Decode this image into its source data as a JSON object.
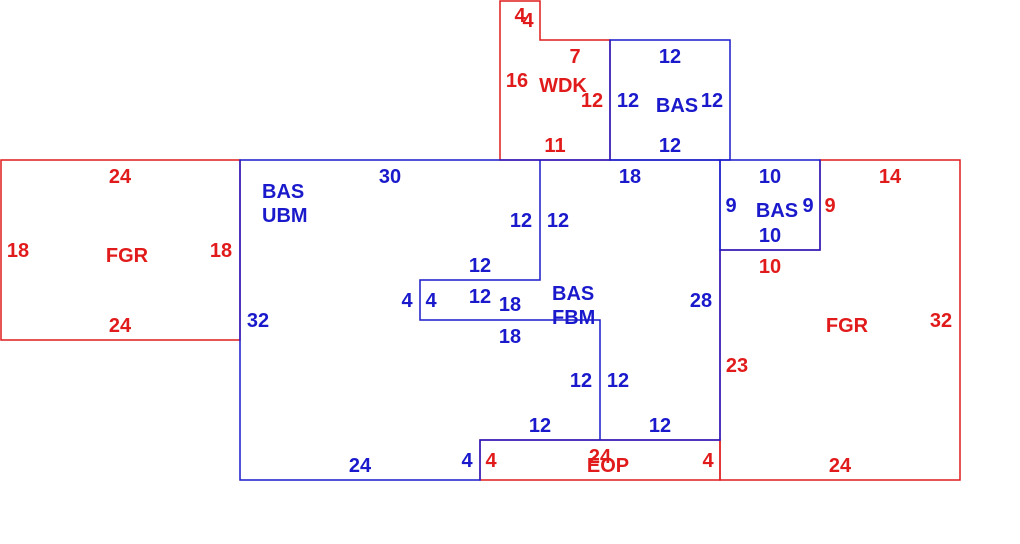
{
  "colors": {
    "red": "#e11b1b",
    "blue": "#1a1acc",
    "background": "#ffffff"
  },
  "areas": {
    "fgr_left": "FGR",
    "fgr_right": "FGR",
    "wdk": "WDK",
    "bas_top": "BAS",
    "bas_right": "BAS",
    "bas_ubm": "BAS",
    "ubm": "UBM",
    "bas_fbm": "BAS",
    "fbm": "FBM",
    "eop": "EOP"
  },
  "dims": {
    "fgr_left_top": "24",
    "fgr_left_bottom": "24",
    "fgr_left_left": "18",
    "fgr_left_right": "18",
    "wdk_notch_a": "4",
    "wdk_notch_b": "4",
    "wdk_top": "7",
    "wdk_left": "16",
    "wdk_right": "12",
    "wdk_bottom": "11",
    "bas_top_top": "12",
    "bas_top_left": "12",
    "bas_top_right": "12",
    "bas_top_bottom": "12",
    "main_top": "30",
    "main_top_right": "18",
    "main_left": "32",
    "main_bottom": "24",
    "main_bottom_right": "4",
    "notch_left": "12",
    "notch_right": "12",
    "step_top": "12",
    "step_left_outer": "4",
    "step_left_inner": "4",
    "step_mid": "12",
    "step_mid2": "18",
    "step_bottom": "18",
    "fbm_left": "12",
    "fbm_right": "12",
    "fbm_bottom_left": "12",
    "fbm_bottom_right": "12",
    "main_right": "28",
    "bas_right_top": "10",
    "bas_right_bottom": "10",
    "bas_right_left": "9",
    "bas_right_right": "9",
    "fgr_right_top": "14",
    "fgr_right_inner_top": "10",
    "fgr_right_left": "23",
    "fgr_right_right": "32",
    "fgr_right_bottom": "24",
    "eop_top": "24",
    "eop_left": "4",
    "eop_right": "4"
  }
}
